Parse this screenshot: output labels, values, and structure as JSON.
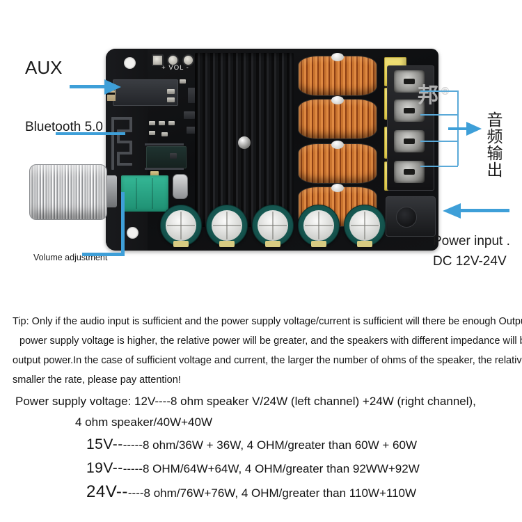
{
  "photo": {
    "alt": "bluetooth-amplifier-board-photo",
    "watermark": "邦",
    "watermark_mark": "®",
    "silkscreen": {
      "vol_label": "+ VOL -"
    },
    "callouts": {
      "aux": "AUX",
      "bluetooth": "Bluetooth 5.0",
      "volume": "Volume adjustment `",
      "power_line1": "Power input .",
      "power_line2": "DC 12V-24V",
      "audio_output": "音频输出"
    },
    "colors": {
      "arrow_blue": "#3e9fd8",
      "bracket_blue": "#5aa9d8",
      "pcb_black": "#121315",
      "inductor_copper": "#c8732f",
      "film_cap_yellow": "#ddc84a",
      "terminal_green": "#2aa184",
      "cap_teal": "#15544e"
    }
  },
  "tip": {
    "lines": [
      "Tip: Only if the audio input is sufficient and the power supply voltage/current is sufficient will there be enough Output power.The",
      "power supply voltage is higher, the relative power will be greater, and the speakers with different impedance will be different. The",
      "output power.In the case of sufficient voltage and current, the larger the number of ohms of the speaker, the relative sound power The p",
      "smaller the rate, please pay attention!"
    ]
  },
  "specs": {
    "row1": "Power supply voltage: 12V----8 ohm speaker V/24W (left channel) +24W (right channel),",
    "row2": "4 ohm speaker/40W+40W",
    "row3_voltage": "15V--",
    "row3_rest": "-----8 ohm/36W + 36W, 4 OHM/greater than 60W + 60W",
    "row4_voltage": "19V--",
    "row4_rest": "-----8 OHM/64W+64W, 4 OHM/greater than 92WW+92W",
    "row5_voltage": "24V--",
    "row5_rest": "----8 ohm/76W+76W, 4 OHM/greater than 110W+110W"
  }
}
